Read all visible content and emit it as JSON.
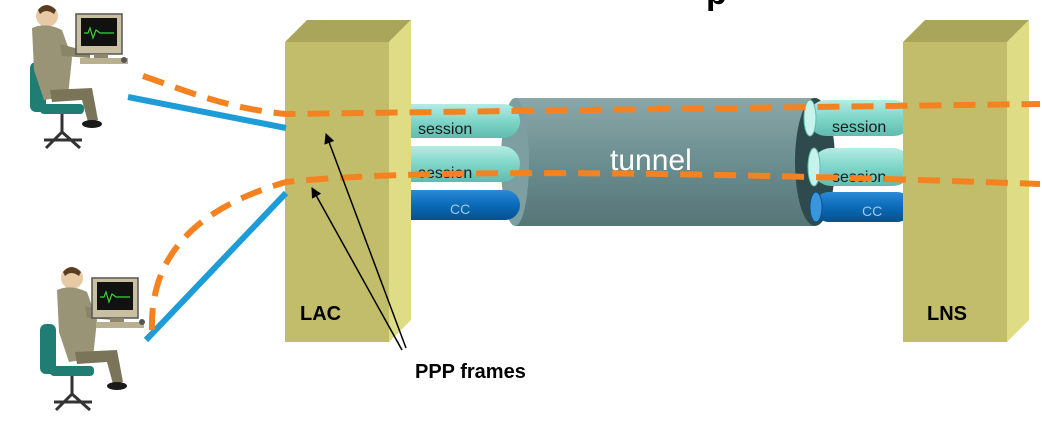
{
  "diagram": {
    "title_fragment": "p",
    "lac": {
      "label": "LAC"
    },
    "lns": {
      "label": "LNS"
    },
    "tunnel": {
      "label": "tunnel"
    },
    "left_pipes": [
      {
        "label": "session",
        "kind": "session"
      },
      {
        "label": "session",
        "kind": "session"
      },
      {
        "label": "CC",
        "kind": "cc"
      }
    ],
    "right_pipes": [
      {
        "label": "session",
        "kind": "session"
      },
      {
        "label": "session",
        "kind": "session"
      },
      {
        "label": "CC",
        "kind": "cc"
      }
    ],
    "annotation": "PPP frames",
    "users": [
      {
        "name": "user-top"
      },
      {
        "name": "user-bottom"
      }
    ]
  },
  "colors": {
    "box_front": "#c2bd6a",
    "box_side": "#dedd86",
    "box_top": "#a9a55a",
    "session_pipe": "#7fd6c9",
    "cc_pipe": "#0a6bb8",
    "tunnel": "#6b8e90",
    "link_line": "#1e9cd7",
    "ppp_path": "#f58220"
  }
}
